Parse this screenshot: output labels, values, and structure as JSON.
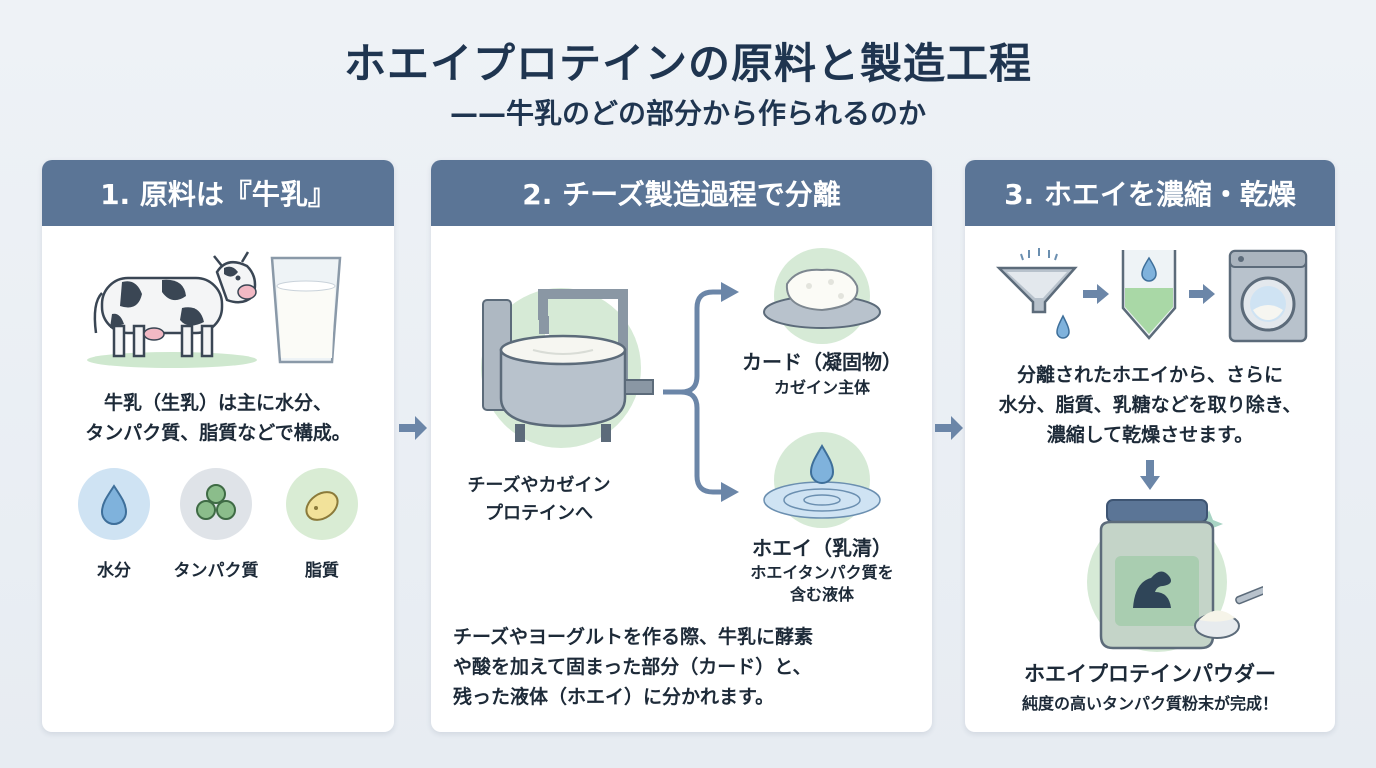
{
  "header": {
    "title": "ホエイプロテインの原料と製造工程",
    "subtitle": "——牛乳のどの部分から作られるのか"
  },
  "panel1": {
    "heading": "1. 原料は『牛乳』",
    "desc_line1": "牛乳（生乳）は主に水分、",
    "desc_line2": "タンパク質、脂質などで構成。",
    "components": [
      {
        "label": "水分",
        "icon": "water-drop-icon"
      },
      {
        "label": "タンパク質",
        "icon": "protein-cluster-icon"
      },
      {
        "label": "脂質",
        "icon": "fat-lemon-icon"
      }
    ]
  },
  "panel2": {
    "heading": "2. チーズ製造過程で分離",
    "vat_line1": "チーズやカゼイン",
    "vat_line2": "プロテインへ",
    "curd_title": "カード（凝固物）",
    "curd_sub": "カゼイン主体",
    "whey_title": "ホエイ（乳清）",
    "whey_sub1": "ホエイタンパク質を",
    "whey_sub2": "含む液体",
    "desc_line1": "チーズやヨーグルトを作る際、牛乳に酵素",
    "desc_line2": "や酸を加えて固まった部分（カード）と、",
    "desc_line3": "残った液体（ホエイ）に分かれます。"
  },
  "panel3": {
    "heading": "3. ホエイを濃縮・乾燥",
    "desc_line1": "分離されたホエイから、さらに",
    "desc_line2": "水分、脂質、乳糖などを取り除き、",
    "desc_line3": "濃縮して乾燥させます。",
    "product_title": "ホエイプロテインパウダー",
    "product_sub": "純度の高いタンパク質粉末が完成！"
  },
  "colors": {
    "header_band": "#5b7596",
    "title_text": "#1f3550",
    "arrow": "#6b86a8",
    "accent_green": "#cfe8cf"
  }
}
